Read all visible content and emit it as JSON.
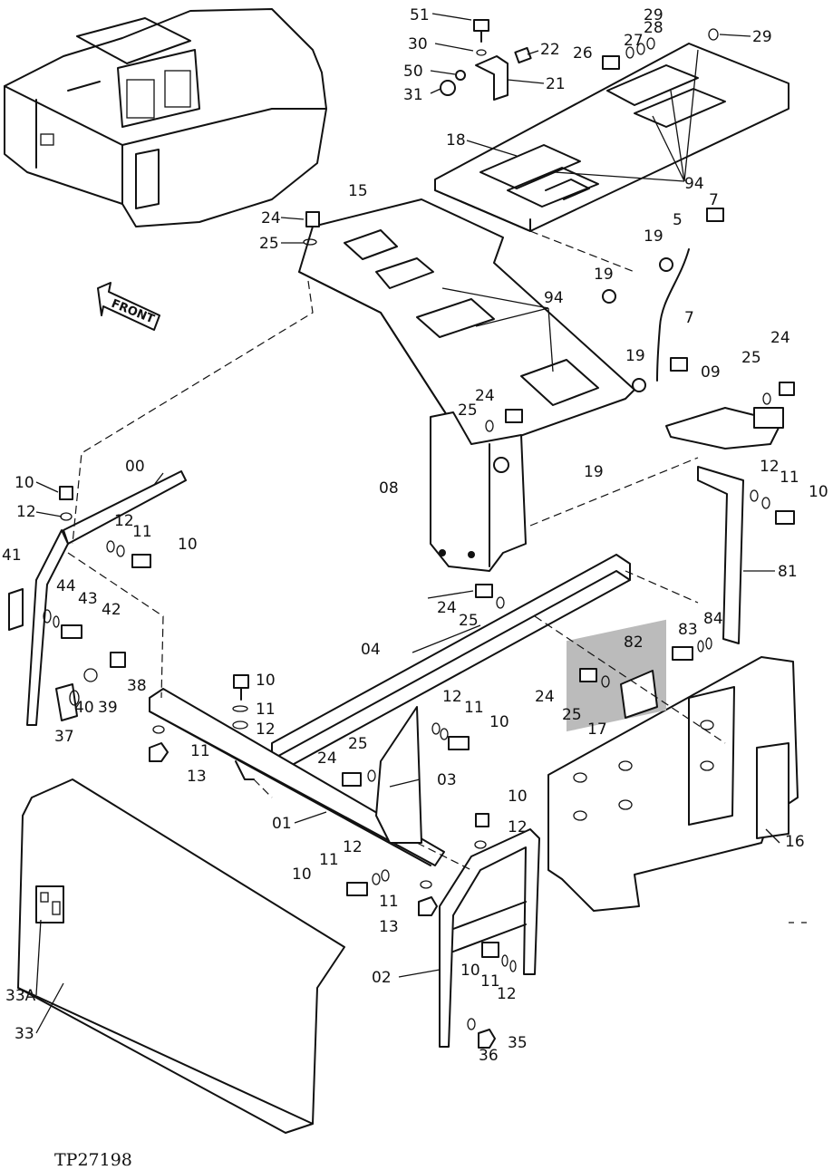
{
  "figure_id": "TP27198",
  "front_arrow": "FRONT",
  "callouts": [
    {
      "id": "c51",
      "text": "51"
    },
    {
      "id": "c30",
      "text": "30"
    },
    {
      "id": "c22",
      "text": "22"
    },
    {
      "id": "c50",
      "text": "50"
    },
    {
      "id": "c31",
      "text": "31"
    },
    {
      "id": "c21",
      "text": "21"
    },
    {
      "id": "c26",
      "text": "26"
    },
    {
      "id": "c27",
      "text": "27"
    },
    {
      "id": "c28",
      "text": "28"
    },
    {
      "id": "c29a",
      "text": "29"
    },
    {
      "id": "c29b",
      "text": "29"
    },
    {
      "id": "c18",
      "text": "18"
    },
    {
      "id": "c94a",
      "text": "94"
    },
    {
      "id": "c15",
      "text": "15"
    },
    {
      "id": "c24a",
      "text": "24"
    },
    {
      "id": "c25a",
      "text": "25"
    },
    {
      "id": "c7a",
      "text": "7"
    },
    {
      "id": "c5",
      "text": "5"
    },
    {
      "id": "c19a",
      "text": "19"
    },
    {
      "id": "c19b",
      "text": "19"
    },
    {
      "id": "c94b",
      "text": "94"
    },
    {
      "id": "c7b",
      "text": "7"
    },
    {
      "id": "c19c",
      "text": "19"
    },
    {
      "id": "c24b",
      "text": "24"
    },
    {
      "id": "c25b",
      "text": "25"
    },
    {
      "id": "c09",
      "text": "09"
    },
    {
      "id": "c24c",
      "text": "24"
    },
    {
      "id": "c25c",
      "text": "25"
    },
    {
      "id": "c19d",
      "text": "19"
    },
    {
      "id": "c08",
      "text": "08"
    },
    {
      "id": "c00",
      "text": "00"
    },
    {
      "id": "c10a",
      "text": "10"
    },
    {
      "id": "c12a",
      "text": "12"
    },
    {
      "id": "c12b",
      "text": "12"
    },
    {
      "id": "c11a",
      "text": "11"
    },
    {
      "id": "c10b",
      "text": "10"
    },
    {
      "id": "c41",
      "text": "41"
    },
    {
      "id": "c44",
      "text": "44"
    },
    {
      "id": "c43",
      "text": "43"
    },
    {
      "id": "c42",
      "text": "42"
    },
    {
      "id": "c38",
      "text": "38"
    },
    {
      "id": "c39",
      "text": "39"
    },
    {
      "id": "c40",
      "text": "40"
    },
    {
      "id": "c37",
      "text": "37"
    },
    {
      "id": "c12c",
      "text": "12"
    },
    {
      "id": "c11b",
      "text": "11"
    },
    {
      "id": "c10c",
      "text": "10"
    },
    {
      "id": "c81",
      "text": "81"
    },
    {
      "id": "c24d",
      "text": "24"
    },
    {
      "id": "c25d",
      "text": "25"
    },
    {
      "id": "c04",
      "text": "04"
    },
    {
      "id": "c83",
      "text": "83"
    },
    {
      "id": "c84",
      "text": "84"
    },
    {
      "id": "c82",
      "text": "82"
    },
    {
      "id": "c10d",
      "text": "10"
    },
    {
      "id": "c11c",
      "text": "11"
    },
    {
      "id": "c12d",
      "text": "12"
    },
    {
      "id": "c24e",
      "text": "24"
    },
    {
      "id": "c25e",
      "text": "25"
    },
    {
      "id": "c17",
      "text": "17"
    },
    {
      "id": "c12e",
      "text": "12"
    },
    {
      "id": "c11d",
      "text": "11"
    },
    {
      "id": "c10e",
      "text": "10"
    },
    {
      "id": "c11e",
      "text": "11"
    },
    {
      "id": "c13a",
      "text": "13"
    },
    {
      "id": "c25f",
      "text": "25"
    },
    {
      "id": "c24f",
      "text": "24"
    },
    {
      "id": "c03",
      "text": "03"
    },
    {
      "id": "c01",
      "text": "01"
    },
    {
      "id": "c16",
      "text": "16"
    },
    {
      "id": "c10f",
      "text": "10"
    },
    {
      "id": "c12f",
      "text": "12"
    },
    {
      "id": "c12g",
      "text": "12"
    },
    {
      "id": "c11f",
      "text": "11"
    },
    {
      "id": "c10g",
      "text": "10"
    },
    {
      "id": "c11g",
      "text": "11"
    },
    {
      "id": "c13b",
      "text": "13"
    },
    {
      "id": "c02",
      "text": "02"
    },
    {
      "id": "c10h",
      "text": "10"
    },
    {
      "id": "c11h",
      "text": "11"
    },
    {
      "id": "c12h",
      "text": "12"
    },
    {
      "id": "c33A",
      "text": "33A"
    },
    {
      "id": "c33",
      "text": "33"
    },
    {
      "id": "c36",
      "text": "36"
    },
    {
      "id": "c35",
      "text": "35"
    }
  ]
}
